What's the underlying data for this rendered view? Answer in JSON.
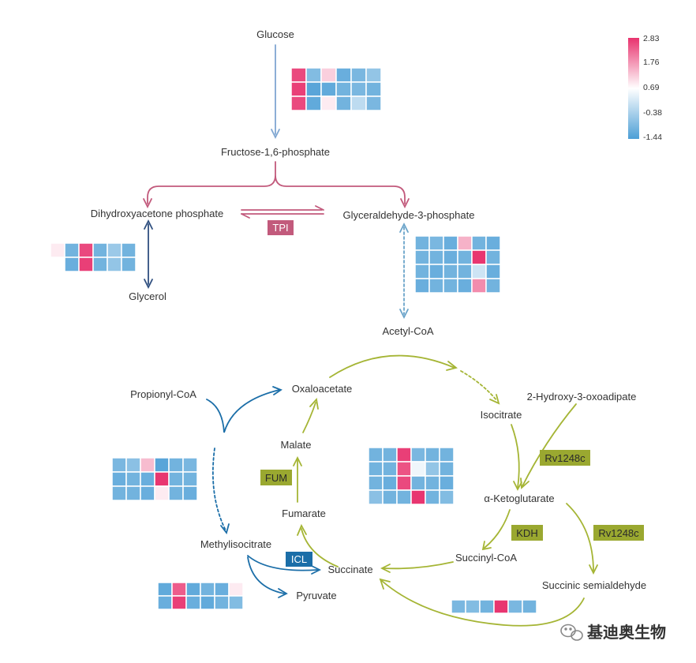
{
  "colors": {
    "glycolysis_arrow": "#c25a7c",
    "glucose_arrow": "#7fa6d1",
    "glycerol_arrow": "#2f4f7f",
    "tca_arrow": "#a5b535",
    "methylcitrate_arrow": "#1b6ea8",
    "enzyme_tca_bg": "#9aa830",
    "enzyme_tpi_bg": "#c25a7c",
    "enzyme_icl_bg": "#1b6ea8",
    "scale_high": "#e8336e",
    "scale_mid": "#ffffff",
    "scale_low": "#4d9fd6",
    "heatmap_cell_border": "#ffffff",
    "watermark_icon": "#888888"
  },
  "metabolites": {
    "glucose": "Glucose",
    "fructose_16bp": "Fructose-1,6-phosphate",
    "dhap": "Dihydroxyacetone phosphate",
    "g3p": "Glyceraldehyde-3-phosphate",
    "glycerol": "Glycerol",
    "acetyl_coa": "Acetyl-CoA",
    "oxaloacetate": "Oxaloacetate",
    "propionyl_coa": "Propionyl-CoA",
    "hydroxy_oxoadipate": "2-Hydroxy-3-oxoadipate",
    "isocitrate": "Isocitrate",
    "malate": "Malate",
    "akg": "α-Ketoglutarate",
    "fumarate": "Fumarate",
    "methylisocitrate": "Methylisocitrate",
    "succinyl_coa": "Succinyl-CoA",
    "succinate": "Succinate",
    "pyruvate": "Pyruvate",
    "succinic_semialdehyde": "Succinic semialdehyde"
  },
  "enzymes": {
    "tpi": "TPI",
    "fum": "FUM",
    "rv1248c_upper": "Rv1248c",
    "kdh": "KDH",
    "rv1248c_lower": "Rv1248c",
    "icl": "ICL"
  },
  "colorbar": {
    "ticks": [
      "2.83",
      "1.76",
      "0.69",
      "-0.38",
      "-1.44"
    ],
    "max": 2.83,
    "min": -1.44
  },
  "heatmaps": {
    "glucose": [
      [
        2.6,
        -0.8,
        1.2,
        -1.1,
        -0.9,
        -0.6
      ],
      [
        2.7,
        -1.3,
        -1.2,
        -1.0,
        -0.9,
        -1.0
      ],
      [
        2.6,
        -1.2,
        0.9,
        -1.0,
        -0.1,
        -0.9
      ]
    ],
    "g3p": [
      [
        -1.0,
        -0.9,
        -1.1,
        1.5,
        -1.0,
        -1.1
      ],
      [
        -1.0,
        -1.0,
        -1.1,
        -1.0,
        2.8,
        -1.0
      ],
      [
        -1.0,
        -1.1,
        -1.0,
        -1.0,
        0.1,
        -1.1
      ],
      [
        -1.1,
        -1.0,
        -1.0,
        -1.1,
        1.9,
        -1.0
      ]
    ],
    "dhap": [
      [
        0.9,
        -1.0,
        2.6,
        -1.0,
        -0.5,
        -1.0
      ],
      [
        null,
        -1.1,
        2.7,
        -1.0,
        -0.6,
        -1.0
      ]
    ],
    "tca": [
      [
        -1.0,
        -1.0,
        2.7,
        -0.9,
        -1.0,
        -1.0
      ],
      [
        -1.0,
        -1.0,
        2.5,
        0.5,
        -0.6,
        -1.0
      ],
      [
        -1.0,
        -1.1,
        2.6,
        -1.0,
        -1.0,
        -1.1
      ],
      [
        -0.7,
        -1.0,
        -1.0,
        2.8,
        -1.0,
        -0.8
      ]
    ],
    "propionyl": [
      [
        -0.9,
        -0.7,
        1.4,
        -1.3,
        -1.0,
        -0.9
      ],
      [
        -1.1,
        -1.0,
        -1.1,
        2.8,
        -1.0,
        -1.0
      ],
      [
        -1.0,
        -1.0,
        -1.1,
        0.9,
        -1.0,
        -1.1
      ]
    ],
    "methylisocitrate": [
      [
        -1.2,
        2.4,
        -1.2,
        -1.0,
        -1.1,
        0.9
      ],
      [
        -1.1,
        2.7,
        -1.1,
        -1.2,
        -1.0,
        -0.8
      ]
    ],
    "succinic": [
      [
        -0.9,
        -0.8,
        -1.0,
        2.8,
        -0.9,
        -1.0
      ]
    ]
  },
  "watermark": {
    "icon": "wechat-icon",
    "text": "基迪奥生物"
  }
}
